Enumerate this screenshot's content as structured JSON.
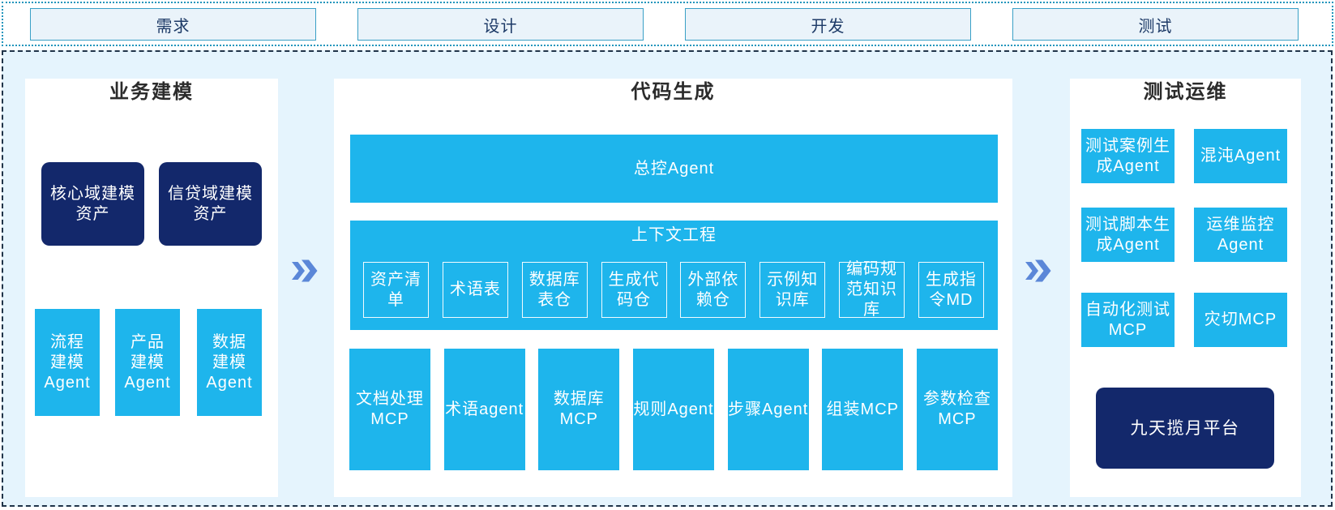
{
  "phases": [
    "需求",
    "设计",
    "开发",
    "测试"
  ],
  "panels": {
    "business_modeling": {
      "title": "业务建模",
      "asset_boxes": [
        "核心域建模\n资产",
        "信贷域建模\n资产"
      ],
      "agent_boxes": [
        "流程\n建模\nAgent",
        "产品\n建模\nAgent",
        "数据\n建模\nAgent"
      ]
    },
    "code_generation": {
      "title": "代码生成",
      "master_agent": "总控Agent",
      "context_engineering": {
        "title": "上下文工程",
        "items": [
          "资产清\n单",
          "术语表",
          "数据库\n表仓",
          "生成代\n码仓",
          "外部依\n赖仓",
          "示例知\n识库",
          "编码规\n范知识\n库",
          "生成指\n令MD"
        ]
      },
      "mcp_row": [
        "文档处理\nMCP",
        "术语agent",
        "数据库\nMCP",
        "规则Agent",
        "步骤Agent",
        "组装MCP",
        "参数检查\nMCP"
      ]
    },
    "test_ops": {
      "title": "测试运维",
      "boxes": [
        "测试案例生\n成Agent",
        "混沌Agent",
        "测试脚本生\n成Agent",
        "运维监控\nAgent",
        "自动化测试\nMCP",
        "灾切MCP"
      ],
      "platform": "九天揽月平台"
    }
  },
  "colors": {
    "accent_cyan": "#1eb5ec",
    "dark_navy": "#13286b",
    "main_background": "#e5f4fd",
    "phase_box_fill": "#eaf3fa",
    "phase_box_border": "#3aa0c6",
    "dotted_border": "#2095bc",
    "dashed_border": "#203449",
    "chevron_blue": "#5b87d8"
  }
}
